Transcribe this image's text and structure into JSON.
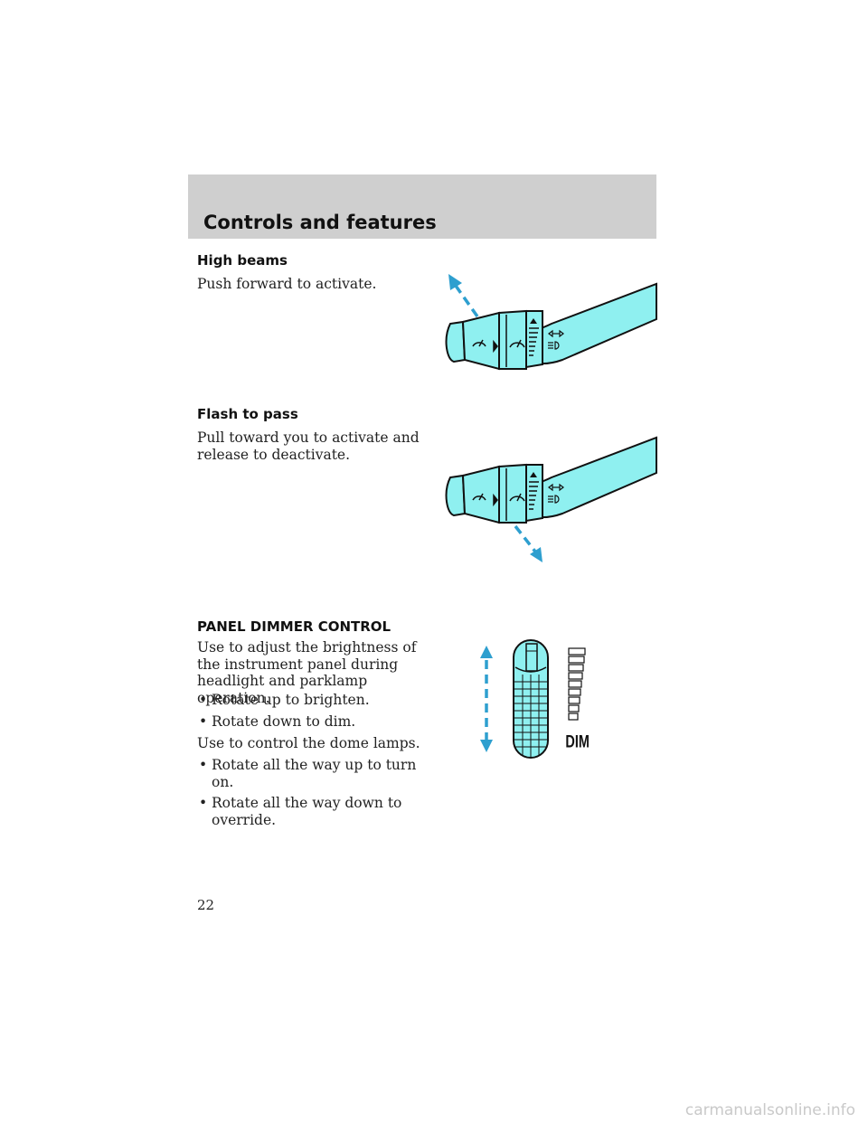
{
  "header": {
    "section_title": "Controls and features"
  },
  "high_beams": {
    "heading": "High beams",
    "text": "Push forward to activate."
  },
  "flash_to_pass": {
    "heading": "Flash to pass",
    "text": "Pull toward you to activate and release to deactivate."
  },
  "panel_dimmer": {
    "heading": "PANEL DIMMER CONTROL",
    "intro": "Use to adjust the brightness of the instrument panel during headlight and parklamp operation.",
    "bullets_1": [
      "Rotate up to brighten.",
      "Rotate down to dim."
    ],
    "dome_intro": "Use to control the dome lamps.",
    "bullets_2": [
      "Rotate all the way up to turn on.",
      "Rotate all the way down to override."
    ],
    "dim_label": "DIM"
  },
  "bullet_glyph": "•",
  "page_number": "22",
  "watermark": "carmanualsonline.info",
  "colors": {
    "stalk_fill": "#8ff0f0",
    "arrow": "#2e9fcf",
    "header_band": "#cfcfcf"
  },
  "icons": [
    "wiper-front-icon",
    "wiper-rear-icon",
    "high-beam-arrows-icon",
    "headlamp-icon"
  ]
}
